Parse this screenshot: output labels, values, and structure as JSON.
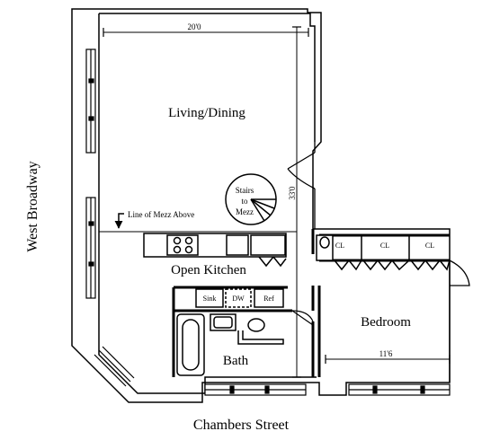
{
  "rooms": {
    "living": "Living/Dining",
    "kitchen": "Open Kitchen",
    "bath": "Bath",
    "bedroom": "Bedroom"
  },
  "streets": {
    "west": "West Broadway",
    "south": "Chambers Street"
  },
  "dimensions": {
    "living_width": "20'0",
    "living_length": "33'0",
    "bedroom_width": "11'6"
  },
  "stairs": {
    "line1": "Stairs",
    "line2": "to",
    "line3": "Mezz"
  },
  "annotations": {
    "mezz_line": "Line of Mezz Above"
  },
  "fixtures": {
    "sink": "Sink",
    "dishwasher": "DW",
    "fridge": "Ref",
    "closet": "CL"
  }
}
